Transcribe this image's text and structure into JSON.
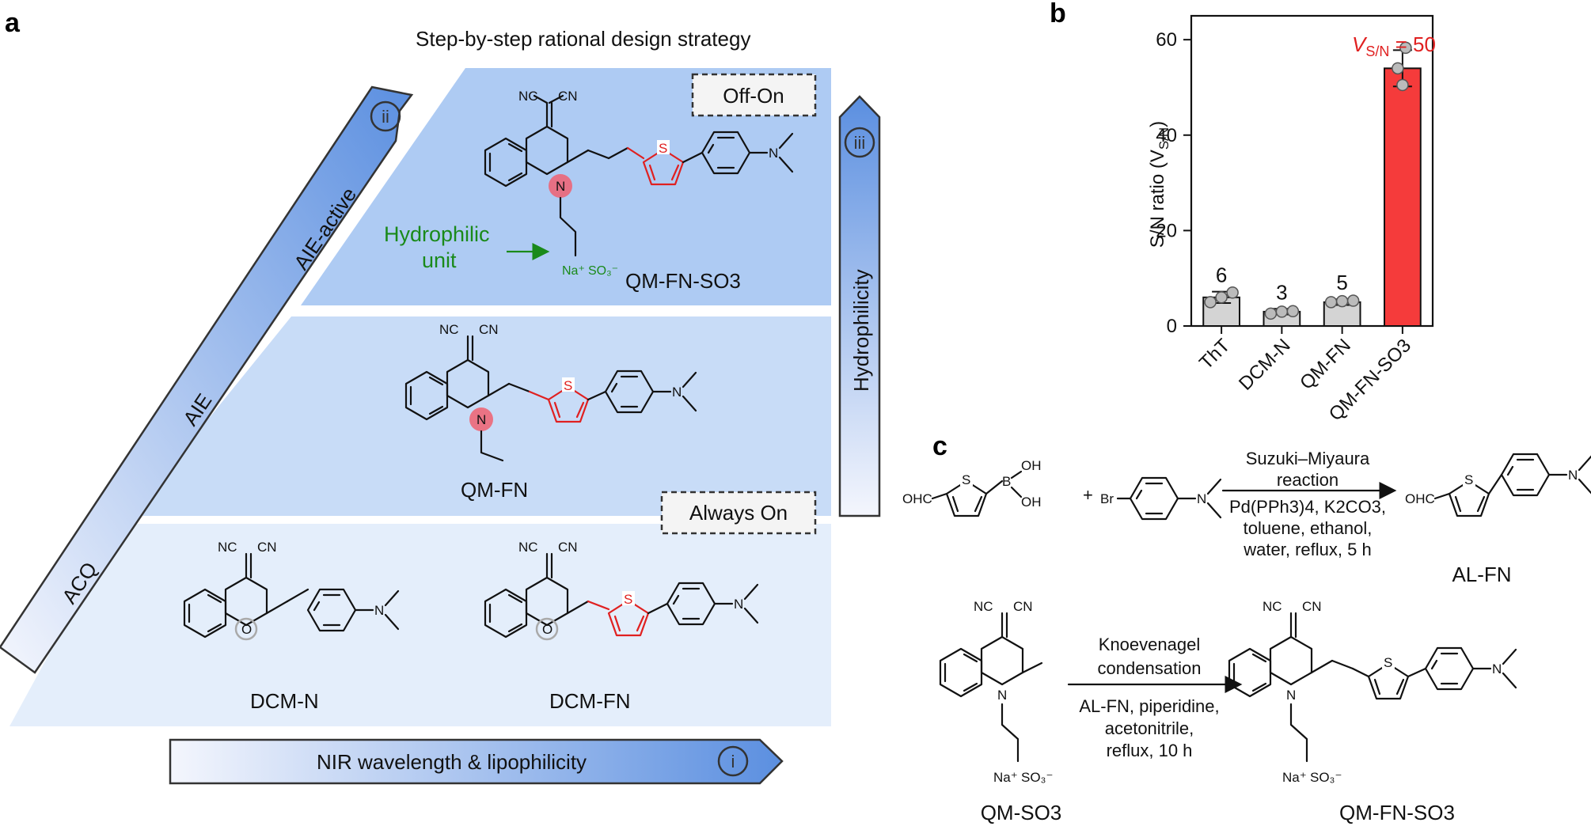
{
  "colors": {
    "accent_red": "#e02020",
    "green": "#1a8a1a",
    "blue": "#5b8fe0",
    "light_blue": "#b9d2f5"
  },
  "panel_a": {
    "letter": "a",
    "title": "Step-by-step rational design strategy",
    "badge_top": "Off-On",
    "badge_mid": "Always On",
    "arrow_left_labels": [
      "ACQ",
      "AIE",
      "AIE-active"
    ],
    "arrow_left_num": "ii",
    "arrow_right_label": "Hydrophilicity",
    "arrow_right_num": "iii",
    "arrow_bottom_label": "NIR wavelength & lipophilicity",
    "arrow_bottom_num": "i",
    "hydrophilic_label": [
      "Hydrophilic",
      "unit"
    ],
    "compounds": {
      "top": "QM-FN-SO3",
      "mid": "QM-FN",
      "bottom_left": "DCM-N",
      "bottom_right": "DCM-FN"
    }
  },
  "panel_b": {
    "letter": "b",
    "annotation": "V",
    "annotation_sub": "S/N",
    "annotation_tail": " = 50",
    "ylabel_main": "S/N ratio (V",
    "ylabel_sub": "S/N",
    "ylabel_tail": ")"
  },
  "chart_data": {
    "type": "bar",
    "categories": [
      "ThT",
      "DCM-N",
      "QM-FN",
      "QM-FN-SO3"
    ],
    "values": [
      6,
      3,
      5,
      54
    ],
    "data_labels": [
      "6",
      "3",
      "5",
      ""
    ],
    "errors": [
      1.2,
      0.6,
      0.6,
      3.8
    ],
    "points": [
      [
        5.0,
        6.0,
        7.0
      ],
      [
        2.6,
        3.0,
        3.1
      ],
      [
        5.0,
        5.2,
        5.3
      ],
      [
        50.5,
        54.0,
        58.3
      ]
    ],
    "colors": [
      "#d4d4d4",
      "#d4d4d4",
      "#d4d4d4",
      "#f53b3b"
    ],
    "yticks": [
      0,
      20,
      40,
      60
    ],
    "ylim": [
      0,
      65
    ],
    "grid": false
  },
  "panel_c": {
    "letter": "c",
    "rxn1_conditions_top": [
      "Suzuki–Miyaura",
      "reaction"
    ],
    "rxn1_conditions_bottom": [
      "Pd(PPh3)4, K2CO3,",
      "toluene, ethanol,",
      "water, reflux, 5 h"
    ],
    "rxn1_product": "AL-FN",
    "rxn2_conditions_top": [
      "Knoevenagel",
      "condensation"
    ],
    "rxn2_conditions_bottom": [
      "AL-FN, piperidine,",
      "acetonitrile,",
      "reflux, 10 h"
    ],
    "rxn2_reactant": "QM-SO3",
    "rxn2_product": "QM-FN-SO3",
    "plus": "+"
  }
}
